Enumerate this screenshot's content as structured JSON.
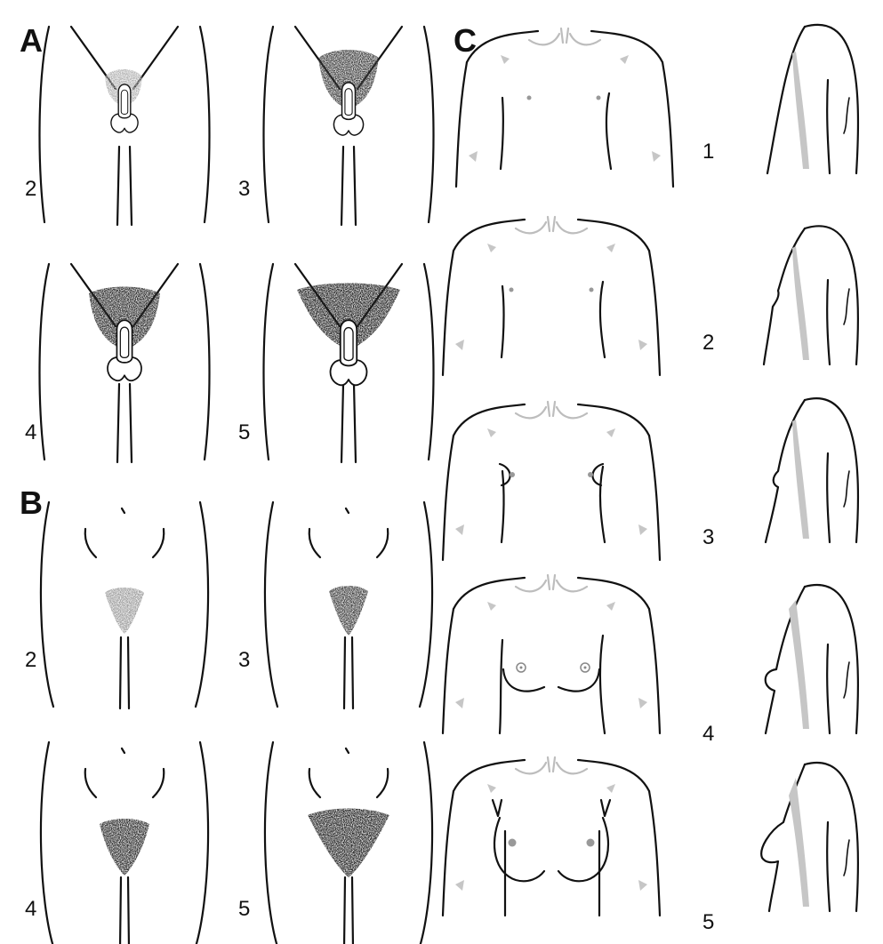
{
  "figure": {
    "panel_A": {
      "letter": "A",
      "stages": [
        {
          "label": "2",
          "hair_density": 0.15
        },
        {
          "label": "3",
          "hair_density": 0.55
        },
        {
          "label": "4",
          "hair_density": 0.8
        },
        {
          "label": "5",
          "hair_density": 1.0
        }
      ]
    },
    "panel_B": {
      "letter": "B",
      "stages": [
        {
          "label": "2",
          "hair_density": 0.25
        },
        {
          "label": "3",
          "hair_density": 0.55
        },
        {
          "label": "4",
          "hair_density": 0.85
        },
        {
          "label": "5",
          "hair_density": 1.0
        }
      ]
    },
    "panel_C": {
      "letter": "C",
      "stages": [
        {
          "label": "1"
        },
        {
          "label": "2"
        },
        {
          "label": "3"
        },
        {
          "label": "4"
        },
        {
          "label": "5"
        }
      ]
    },
    "colors": {
      "line": "#111111",
      "light_hair": "#a9a9a9",
      "dark_hair": "#2b2b2b",
      "shading": "#c6c6c6"
    }
  }
}
